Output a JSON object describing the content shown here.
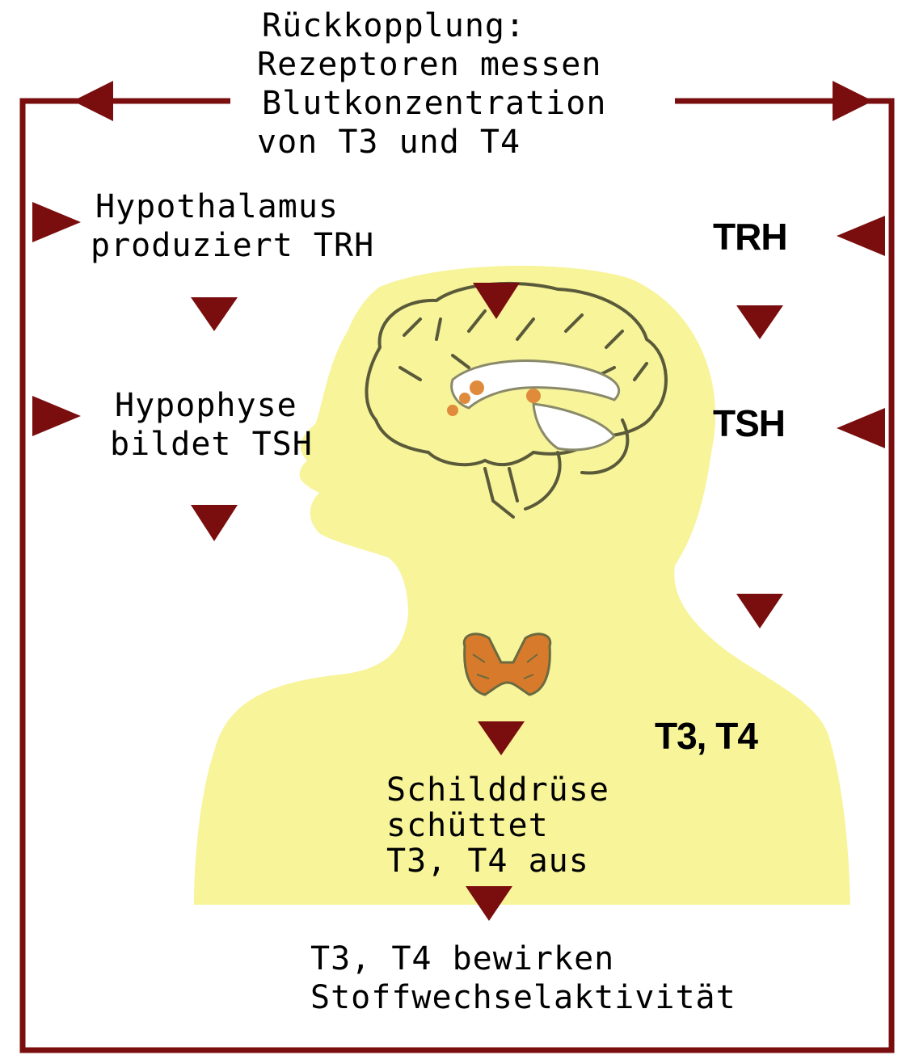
{
  "feedback": {
    "lines": [
      "Rückkopplung:",
      "Rezeptoren messen",
      "Blutkonzentration",
      "von T3 und T4"
    ]
  },
  "hypothalamus": {
    "lines": [
      "Hypothalamus",
      "produziert TRH"
    ]
  },
  "hypophyse": {
    "lines": [
      "Hypophyse",
      "bildet TSH"
    ]
  },
  "hormones": {
    "trh": "TRH",
    "tsh": "TSH",
    "t3t4": "T3, T4"
  },
  "schilddruese": {
    "lines": [
      "Schilddrüse",
      "schüttet",
      "T3, T4 aus"
    ]
  },
  "effect": {
    "lines": [
      "T3, T4 bewirken",
      "Stoffwechselaktivität"
    ]
  },
  "colors": {
    "arrow": "#7a0e0e",
    "body": "#f7f49a",
    "brain_outline": "#5a5a3a",
    "gland": "#e07a2c"
  }
}
